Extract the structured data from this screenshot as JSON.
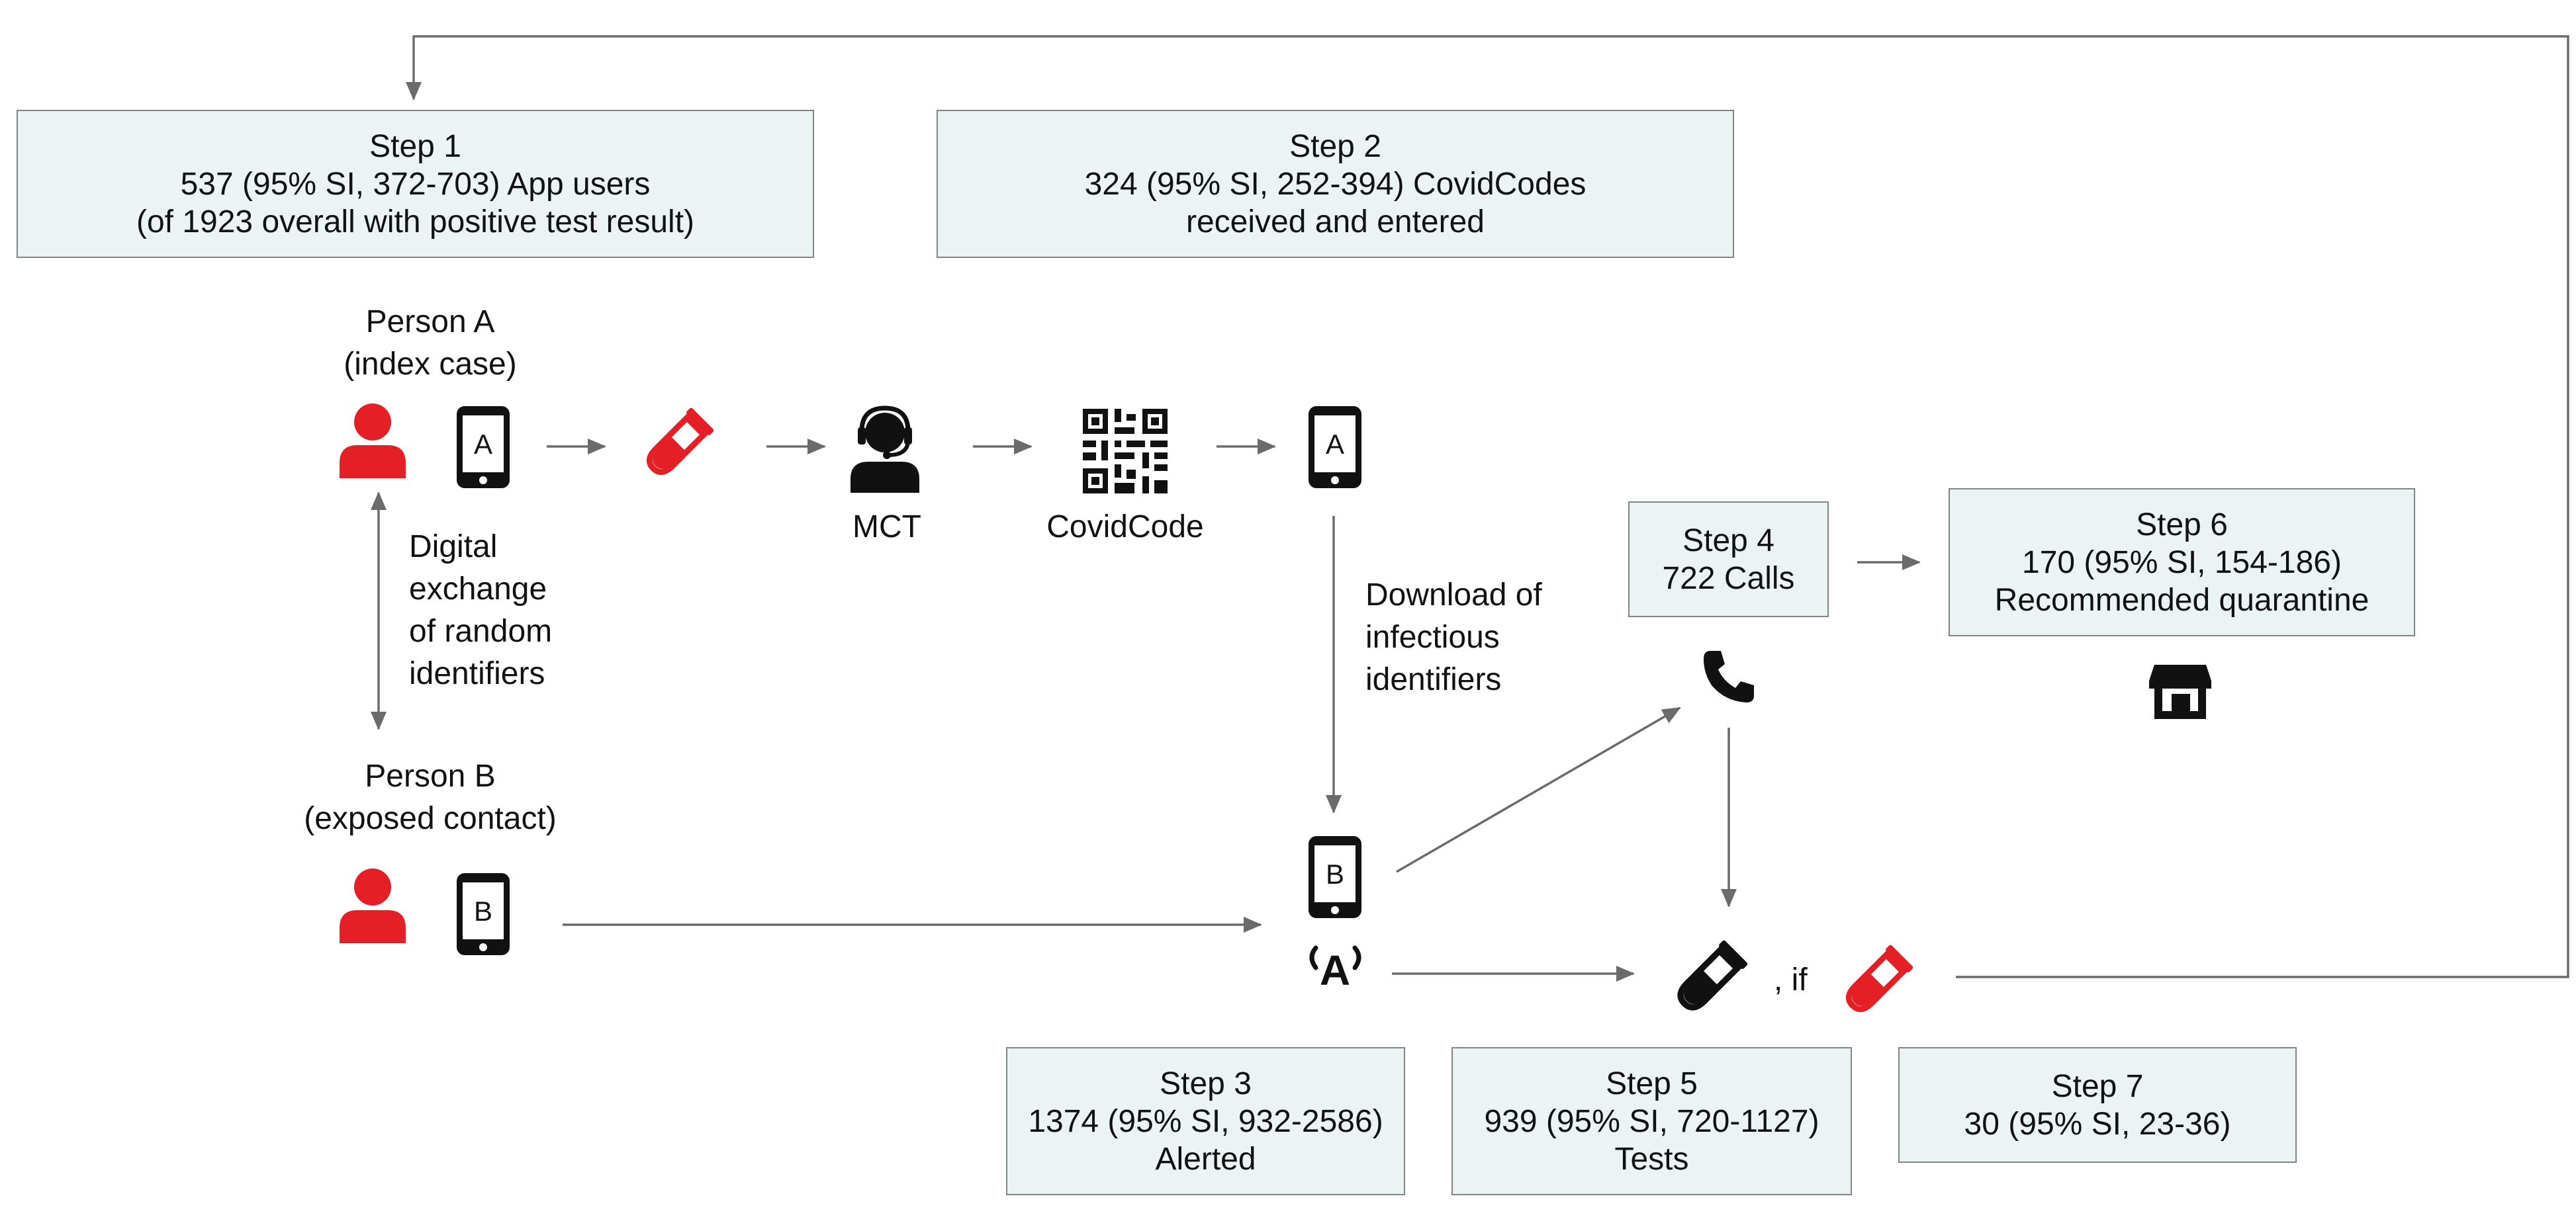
{
  "steps": {
    "step1": {
      "title": "Step 1",
      "line1": "537 (95% SI, 372-703) App users",
      "line2": "(of 1923 overall with positive test result)"
    },
    "step2": {
      "title": "Step 2",
      "line1": "324 (95% SI, 252-394) CovidCodes",
      "line2": "received and entered"
    },
    "step3": {
      "title": "Step 3",
      "line1": "1374 (95% SI, 932-2586)",
      "line2": "Alerted"
    },
    "step4": {
      "title": "Step 4",
      "line1": "722 Calls"
    },
    "step5": {
      "title": "Step 5",
      "line1": "939 (95% SI, 720-1127)",
      "line2": "Tests"
    },
    "step6": {
      "title": "Step 6",
      "line1": "170 (95% SI, 154-186)",
      "line2": "Recommended quarantine"
    },
    "step7": {
      "title": "Step 7",
      "line1": "30 (95% SI, 23-36)"
    }
  },
  "labels": {
    "person_a_name": "Person A",
    "person_a_role": "(index case)",
    "person_b_name": "Person B",
    "person_b_role": "(exposed contact)",
    "exchange": [
      "Digital",
      "exchange",
      "of random",
      "identifiers"
    ],
    "mct": "MCT",
    "covidcode": "CovidCode",
    "download": [
      "Download of",
      "infectious",
      "identifiers"
    ],
    "if": ", if",
    "phone_a_letter": "A",
    "phone_b_letter": "B",
    "phone_a2_letter": "A",
    "beacon_letter": "A"
  },
  "icons": [
    "person-icon",
    "smartphone-icon",
    "test-tube-icon",
    "headset-agent-icon",
    "qr-code-icon",
    "telephone-icon",
    "quarantine-house-icon",
    "broadcast-icon"
  ],
  "colors": {
    "box_fill": "#ebf3f3",
    "box_border": "#7f8585",
    "accent_red": "#e41f26",
    "icon_black": "#111111",
    "arrow": "#6b6b6b"
  }
}
